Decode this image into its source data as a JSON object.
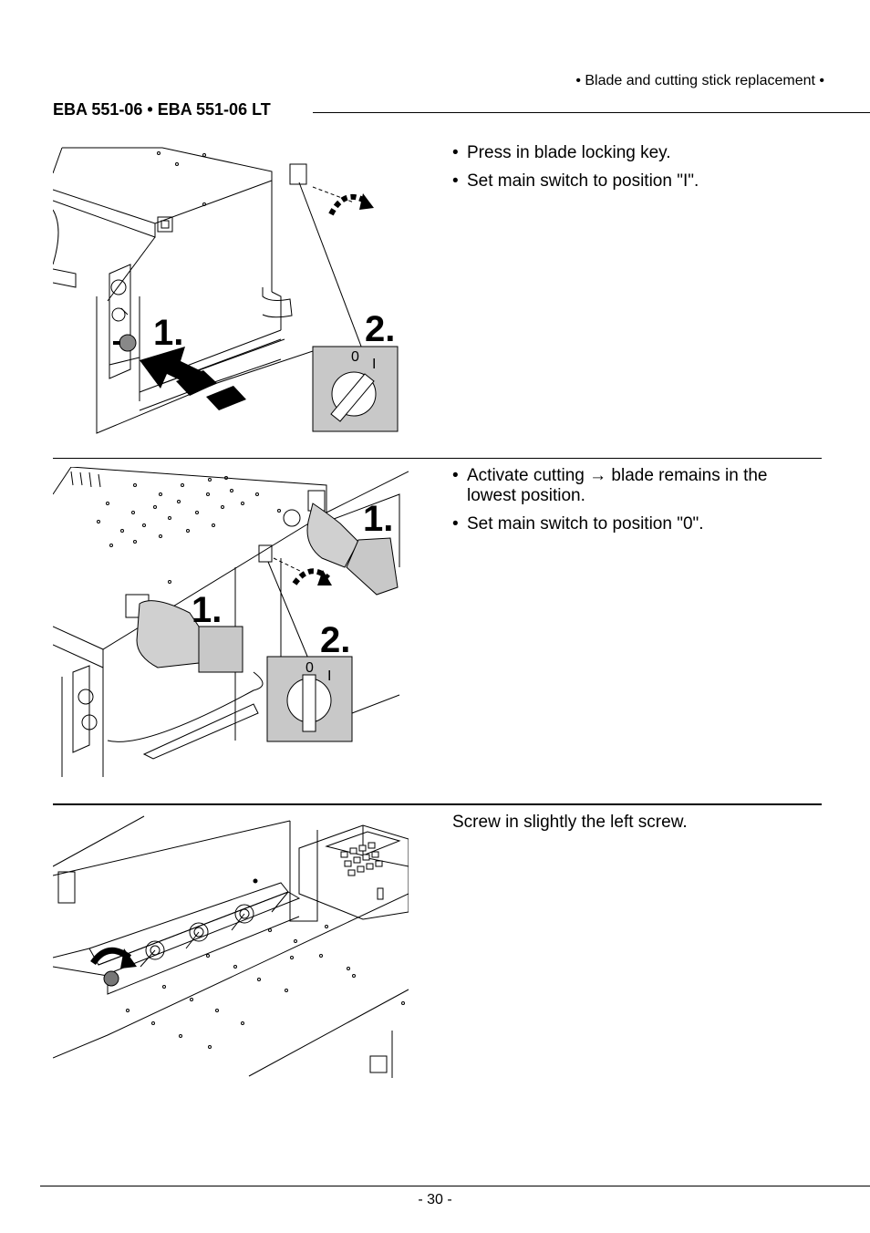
{
  "header": {
    "chapter": "• Blade and cutting stick replacement •",
    "models": "EBA 551-06 • EBA 551-06 LT"
  },
  "sections": [
    {
      "steps": [
        "Press in blade locking key.",
        "Set main switch to position \"I\"."
      ],
      "figure": {
        "callouts": [
          "1.",
          "2."
        ],
        "switch_labels": [
          "0",
          "I"
        ]
      }
    },
    {
      "steps": [
        "Activate cutting → blade remains in the lowest position.",
        "Set main switch to position \"0\"."
      ],
      "figure": {
        "callouts": [
          "1.",
          "1.",
          "2."
        ],
        "switch_labels": [
          "0",
          "I"
        ]
      }
    },
    {
      "text": "Screw in slightly the left screw."
    }
  ],
  "footer": {
    "page": "- 30 -"
  }
}
